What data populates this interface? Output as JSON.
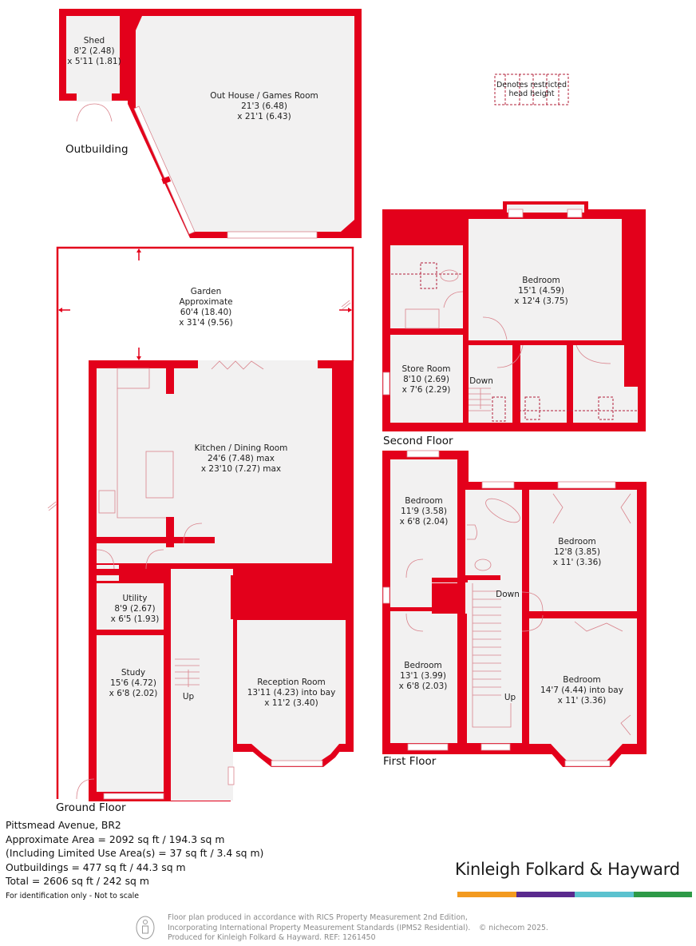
{
  "outbuilding": {
    "title": "Outbuilding",
    "rooms": [
      {
        "name": "Shed",
        "dim1": "8'2 (2.48)",
        "dim2": "x 5'11 (1.81)"
      },
      {
        "name": "Out House / Games Room",
        "dim1": "21'3 (6.48)",
        "dim2": "x 21'1 (6.43)"
      }
    ]
  },
  "legend": {
    "line1": "Denotes restricted",
    "line2": "head height"
  },
  "ground_floor": {
    "title": "Ground Floor",
    "garden": {
      "name": "Garden",
      "sub": "Approximate",
      "dim1": "60'4 (18.40)",
      "dim2": "x 31'4 (9.56)"
    },
    "rooms": [
      {
        "name": "Kitchen / Dining Room",
        "dim1": "24'6 (7.48) max",
        "dim2": "x 23'10 (7.27) max"
      },
      {
        "name": "Utility",
        "dim1": "8'9 (2.67)",
        "dim2": "x 6'5 (1.93)"
      },
      {
        "name": "Study",
        "dim1": "15'6 (4.72)",
        "dim2": "x 6'8 (2.02)"
      },
      {
        "name": "Reception Room",
        "dim1": "13'11 (4.23) into bay",
        "dim2": "x 11'2 (3.40)"
      }
    ],
    "stairs_label": "Up"
  },
  "second_floor": {
    "title": "Second Floor",
    "rooms": [
      {
        "name": "Bedroom",
        "dim1": "15'1 (4.59)",
        "dim2": "x 12'4 (3.75)"
      },
      {
        "name": "Store Room",
        "dim1": "8'10 (2.69)",
        "dim2": "x 7'6 (2.29)"
      }
    ],
    "stairs_label": "Down"
  },
  "first_floor": {
    "title": "First Floor",
    "rooms": [
      {
        "name": "Bedroom",
        "dim1": "11'9 (3.58)",
        "dim2": "x 6'8 (2.04)"
      },
      {
        "name": "Bedroom",
        "dim1": "12'8 (3.85)",
        "dim2": "x 11' (3.36)"
      },
      {
        "name": "Bedroom",
        "dim1": "13'1 (3.99)",
        "dim2": "x 6'8 (2.03)"
      },
      {
        "name": "Bedroom",
        "dim1": "14'7 (4.44) into bay",
        "dim2": "x 11' (3.36)"
      }
    ],
    "stairs_down": "Down",
    "stairs_up": "Up"
  },
  "property_info": {
    "address": "Pittsmead Avenue, BR2",
    "approx_area": "Approximate Area = 2092 sq ft / 194.3 sq m",
    "limited_use": "(Including Limited Use Area(s) = 37 sq ft / 3.4 sq m)",
    "outbuildings": "Outbuildings = 477 sq ft / 44.3 sq m",
    "total": "Total = 2606 sq ft / 242 sq m",
    "disclaimer": "For identification only - Not to scale"
  },
  "brand": {
    "name": "Kinleigh Folkard & Hayward",
    "bar_colors": [
      "#f39a1f",
      "#5a2a8e",
      "#5bc2cf",
      "#2e9a47"
    ]
  },
  "footer": {
    "line1": "Floor plan produced in accordance with RICS Property Measurement 2nd Edition,",
    "line2": "Incorporating International Property Measurement Standards (IPMS2 Residential).",
    "line3": "Produced for Kinleigh Folkard & Hayward.   REF: 1261450",
    "copyright": "© nichecom 2025."
  },
  "colors": {
    "wall": "#e3001b",
    "floor": "#f2f1f1"
  }
}
